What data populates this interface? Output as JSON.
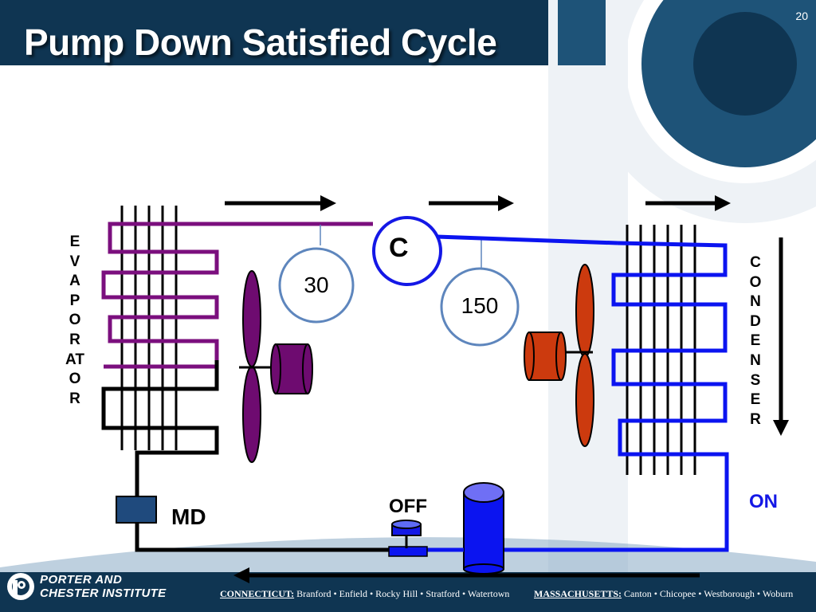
{
  "slide": {
    "title": "Pump Down Satisfied Cycle",
    "page_number": "20"
  },
  "labels": {
    "evaporator": "EVAPORATOR",
    "condenser": "CONDENSER",
    "compressor": "C",
    "metering_device": "MD",
    "valve_state": "OFF",
    "condenser_fan_state": "ON"
  },
  "gauges": {
    "low_side": "30",
    "high_side": "150"
  },
  "colors": {
    "evaporator_line": "#7b0f7e",
    "condenser_line": "#0b14f0",
    "liquid_line": "#000000",
    "evaporator_fan": "#6e0b70",
    "condenser_fan": "#cc3a0e",
    "compressor_ring": "#1418e6",
    "gauge_ring": "#5e86bd",
    "background_dark": "#0f3552",
    "background_mid": "#1e5378"
  },
  "footer": {
    "logo_line1": "PORTER AND",
    "logo_line2": "CHESTER INSTITUTE",
    "ct_state": "CONNECTICUT:",
    "ct_towns": "Branford • Enfield • Rocky Hill • Stratford • Watertown",
    "ma_state": "MASSACHUSETTS:",
    "ma_towns": "Canton • Chicopee • Westborough • Woburn"
  }
}
